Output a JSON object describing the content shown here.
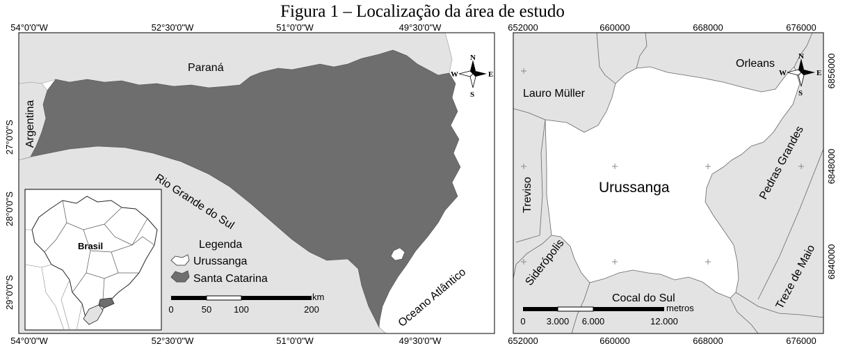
{
  "title": "Figura 1 – Localização da área de estudo",
  "left_map": {
    "top_ticks": [
      "54°0'0\"W",
      "52°30'0\"W",
      "51°0'0\"W",
      "49°30'0\"W"
    ],
    "bottom_ticks": [
      "54°0'0\"W",
      "52°30'0\"W",
      "51°0'0\"W",
      "49°30'0\"W"
    ],
    "lat_ticks": [
      "27°0'0\"S",
      "28°0'0\"S",
      "29°0'0\"S"
    ],
    "regions": {
      "parana": "Paraná",
      "argentina": "Argentina",
      "rio_grande": "Rio Grande do Sul",
      "oceano": "Oceano Atlântico"
    },
    "compass": {
      "n": "N",
      "s": "S",
      "e": "E",
      "w": "W"
    },
    "legend": {
      "title": "Legenda",
      "items": [
        "Urussanga",
        "Santa Catarina"
      ]
    },
    "scale": {
      "unit": "km",
      "labels": [
        "0",
        "50",
        "100",
        "200"
      ]
    },
    "inset": {
      "label": "Brasil"
    }
  },
  "right_map": {
    "top_ticks": [
      "652000",
      "660000",
      "668000",
      "676000"
    ],
    "bottom_ticks": [
      "652000",
      "660000",
      "668000",
      "676000"
    ],
    "northing_ticks": [
      "6856000",
      "6848000",
      "6840000"
    ],
    "regions": {
      "orleans": "Orleans",
      "lauro": "Lauro Müller",
      "urussanga": "Urussanga",
      "treviso": "Treviso",
      "pedras": "Pedras Grandes",
      "sideropolis": "Siderópolis",
      "cocal": "Cocal do Sul",
      "treze": "Treze de Maio"
    },
    "compass": {
      "n": "N",
      "s": "S",
      "e": "E",
      "w": "W"
    },
    "scale": {
      "unit": "metros",
      "labels": [
        "0",
        "3.000",
        "6.000",
        "12.000"
      ]
    }
  },
  "colors": {
    "land": "#e3e3e3",
    "state": "#6e6e6e",
    "focus": "#ffffff",
    "border": "#000000"
  }
}
